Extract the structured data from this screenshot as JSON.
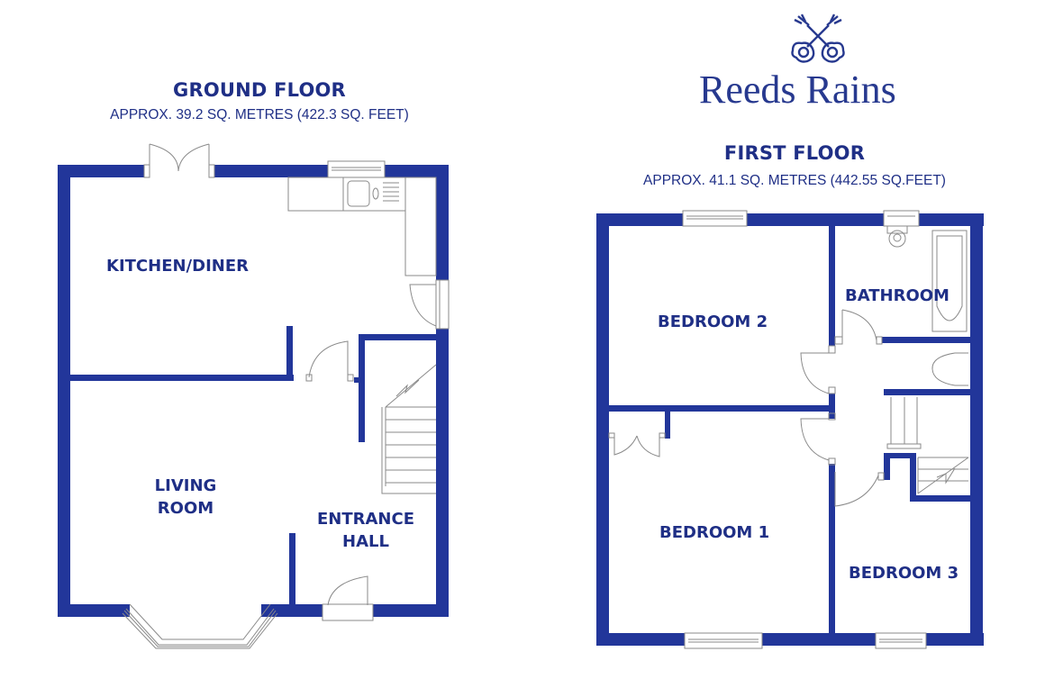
{
  "brand": {
    "name": "Reeds Rains",
    "logo_icon": "crossed-keys-icon",
    "color": "#27398f"
  },
  "colors": {
    "wall": "#22369a",
    "text": "#1f2f86",
    "fixture_line": "#888888",
    "background": "#ffffff"
  },
  "ground_floor": {
    "title": "GROUND FLOOR",
    "area": "APPROX. 39.2 SQ. METRES (422.3 SQ. FEET)",
    "rooms": {
      "kitchen_diner": "KITCHEN/DINER",
      "living_room_line1": "LIVING",
      "living_room_line2": "ROOM",
      "entrance_hall_line1": "ENTRANCE",
      "entrance_hall_line2": "HALL"
    }
  },
  "first_floor": {
    "title": "FIRST FLOOR",
    "area": "APPROX. 41.1 SQ. METRES (442.55 SQ.FEET)",
    "rooms": {
      "bedroom2": "BEDROOM 2",
      "bathroom": "BATHROOM",
      "bedroom1": "BEDROOM 1",
      "bedroom3": "BEDROOM 3"
    }
  }
}
